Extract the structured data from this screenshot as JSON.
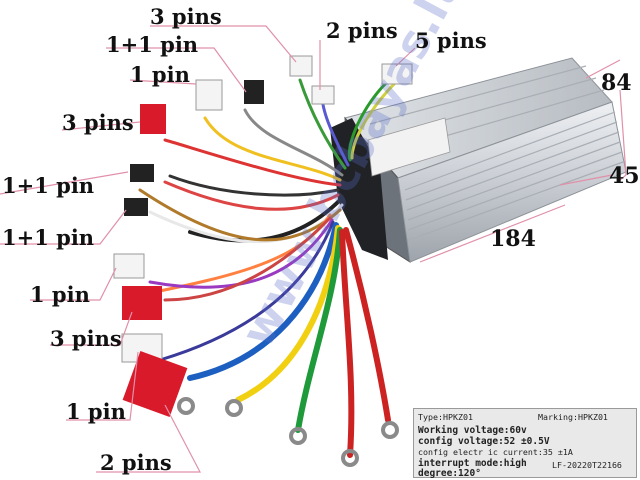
{
  "watermark": "www.bcbayas.lt",
  "labels": {
    "l0": "3 pins",
    "l1": "1+1 pin",
    "l2": "1 pin",
    "l3": "2 pins",
    "l4": "5 pins",
    "l5": "3 pins",
    "l6": "1+1 pin",
    "l7": "1+1 pin",
    "l8": "1 pin",
    "l9": "3 pins",
    "l10": "1 pin",
    "l11": "2 pins"
  },
  "dimensions": {
    "height": "84",
    "depth": "45",
    "length": "184"
  },
  "nameplate": {
    "type": "Type:HPKZ01",
    "marking": "Marking:HPKZ01",
    "working_voltage": "Working voltage:60v",
    "config_voltage": "config voltage:52 ±0.5V",
    "config_current": "config electr ic current:35 ±1A",
    "interrupt_mode": "interrupt mode:high",
    "serial": "LF-20220T22166",
    "degree": "degree:120°"
  },
  "colors": {
    "label_text": "#111111",
    "annotation_line": "#e090a8",
    "watermark": "#5a6ec8"
  }
}
